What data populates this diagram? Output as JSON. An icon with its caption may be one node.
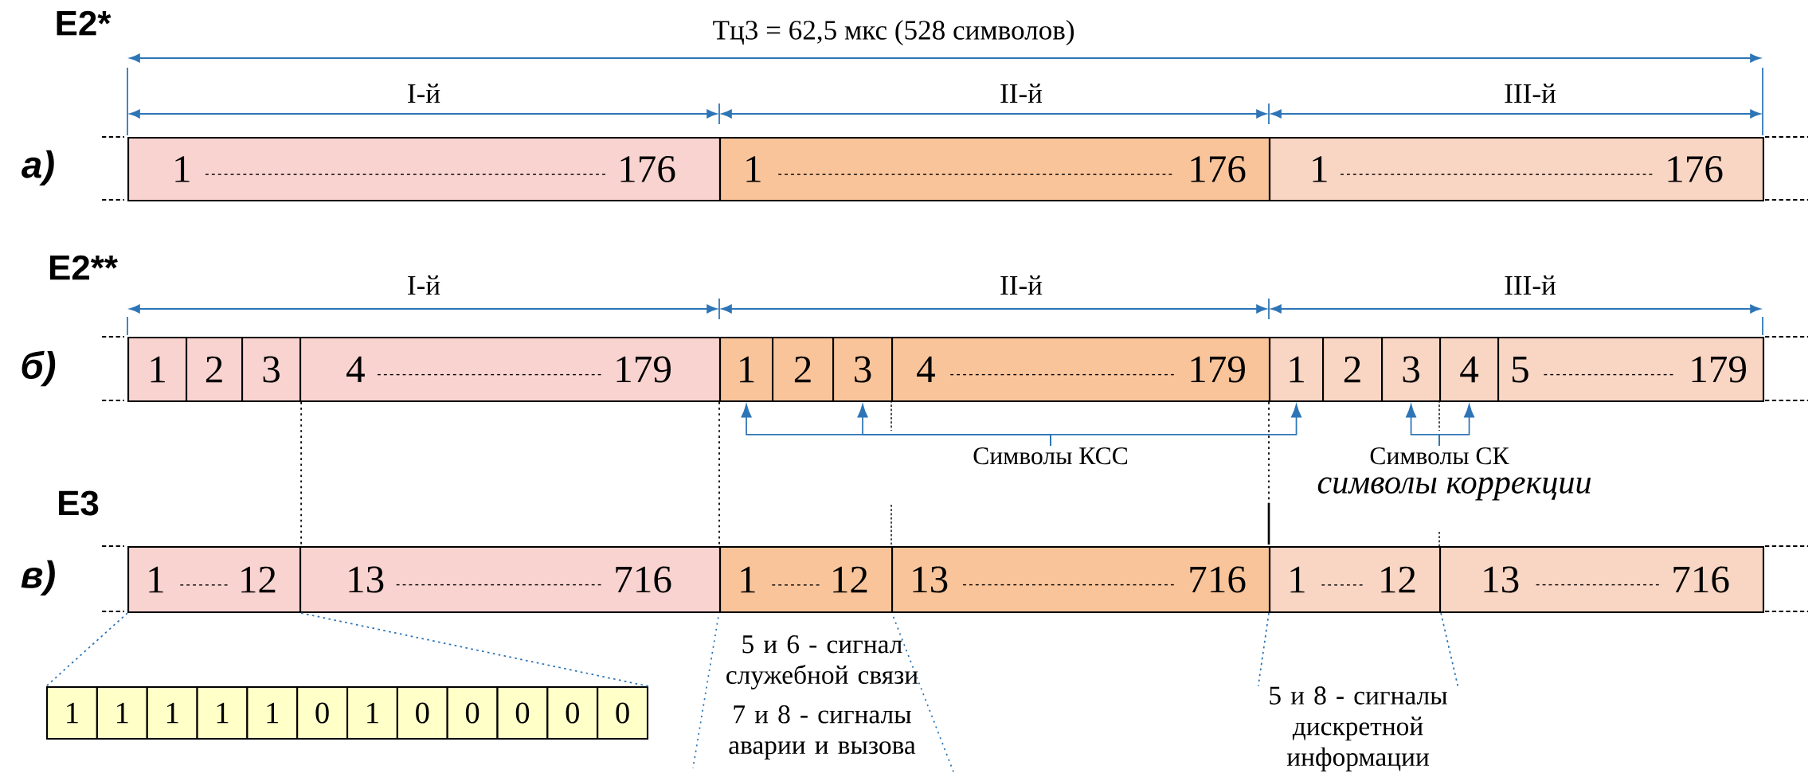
{
  "diagram": {
    "nodes": [
      {
        "text": [
          "1",
          "176"
        ]
      },
      {
        "text": [
          "1",
          "176"
        ]
      },
      {
        "text": [
          "1",
          "176"
        ]
      },
      {
        "text": [
          "1"
        ]
      },
      {
        "text": [
          "2"
        ]
      },
      {
        "text": [
          "3"
        ]
      },
      {
        "text": [
          "4",
          "179"
        ]
      },
      {
        "text": [
          "1"
        ]
      },
      {
        "text": [
          "2"
        ]
      },
      {
        "text": [
          "3"
        ]
      },
      {
        "text": [
          "4",
          "179"
        ]
      },
      {
        "text": [
          "1"
        ]
      },
      {
        "text": [
          "2"
        ]
      },
      {
        "text": [
          "3"
        ]
      },
      {
        "text": [
          "4"
        ]
      },
      {
        "text": [
          "5",
          "179"
        ]
      },
      {
        "text": [
          "Символы КСС"
        ]
      },
      {
        "text": [
          "Символы СК"
        ]
      },
      {
        "text": [
          "1",
          "12"
        ]
      },
      {
        "text": [
          "13",
          "716"
        ]
      },
      {
        "text": [
          "1",
          "12"
        ]
      },
      {
        "text": [
          "13",
          "716"
        ]
      },
      {
        "text": [
          "1",
          "12"
        ]
      },
      {
        "text": [
          "13",
          "716"
        ]
      },
      {
        "text": [
          "1"
        ]
      },
      {
        "text": [
          "1"
        ]
      },
      {
        "text": [
          "1"
        ]
      },
      {
        "text": [
          "1"
        ]
      },
      {
        "text": [
          "1"
        ]
      },
      {
        "text": [
          "0"
        ]
      },
      {
        "text": [
          "1"
        ]
      },
      {
        "text": [
          "0"
        ]
      },
      {
        "text": [
          "0"
        ]
      },
      {
        "text": [
          "0"
        ]
      },
      {
        "text": [
          "0"
        ]
      },
      {
        "text": [
          "0"
        ]
      },
      {
        "text": [
          "5 и 8 - сигналы дискретной информации"
        ]
      }
    ],
    "edges": [
      {
        "from": 16,
        "to": 7,
        "arrow": "to"
      },
      {
        "from": 16,
        "to": 9,
        "arrow": "to"
      },
      {
        "from": 16,
        "to": 11,
        "arrow": "to"
      },
      {
        "from": 17,
        "to": 13,
        "arrow": "to"
      },
      {
        "from": 17,
        "to": 14,
        "arrow": "to"
      },
      {
        "from": 5,
        "to": 18,
        "arrow": "none",
        "style": "dashed",
        "color": "#000000"
      },
      {
        "from": 7,
        "to": 20,
        "arrow": "none",
        "style": "dashed",
        "color": "#000000"
      },
      {
        "from": 11,
        "to": 22,
        "arrow": "none",
        "style": "dashed",
        "color": "#000000"
      },
      {
        "from": 18,
        "to": 24,
        "arrow": "none",
        "style": "dashed"
      },
      {
        "from": 18,
        "to": 35,
        "arrow": "none",
        "style": "dashed"
      },
      {
        "from": 22,
        "to": 36,
        "arrow": "none",
        "style": "dashed"
      },
      {
        "from": 22,
        "to": 36,
        "arrow": "none",
        "style": "dashed"
      }
    ],
    "labels": [
      "E2*",
      "а)",
      "Tц3 = 62,5 мкс (528 символов)",
      "I-й",
      "II-й",
      "III-й",
      "E2**",
      "б)",
      "I-й",
      "II-й",
      "III-й",
      "символы коррекции",
      "E3",
      "в)",
      "5 и 6 - сигнал служебной связи",
      "7 и 8 - сигналы аварии и вызова"
    ]
  }
}
